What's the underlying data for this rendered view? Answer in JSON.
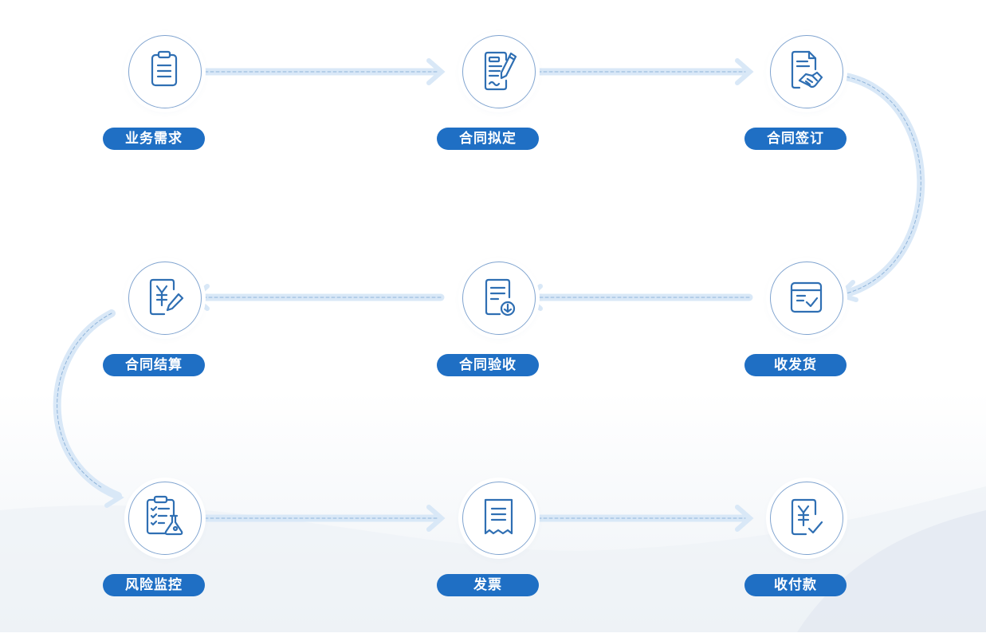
{
  "steps": [
    {
      "label": "业务需求",
      "icon": "clipboard-list-icon"
    },
    {
      "label": "合同拟定",
      "icon": "document-pen-icon"
    },
    {
      "label": "合同签订",
      "icon": "handshake-document-icon"
    },
    {
      "label": "收发货",
      "icon": "delivery-box-check-icon"
    },
    {
      "label": "合同验收",
      "icon": "document-download-icon"
    },
    {
      "label": "合同结算",
      "icon": "yuan-edit-icon"
    },
    {
      "label": "风险监控",
      "icon": "checklist-flask-icon"
    },
    {
      "label": "发票",
      "icon": "receipt-icon"
    },
    {
      "label": "收付款",
      "icon": "yuan-check-icon"
    }
  ],
  "colors": {
    "pill": "#1f6fc4",
    "icon_stroke": "#2f6fb3",
    "circle_border": "#7fa3cf",
    "connector_band": "#d9e8f7",
    "connector_dash": "#8fb4da"
  }
}
